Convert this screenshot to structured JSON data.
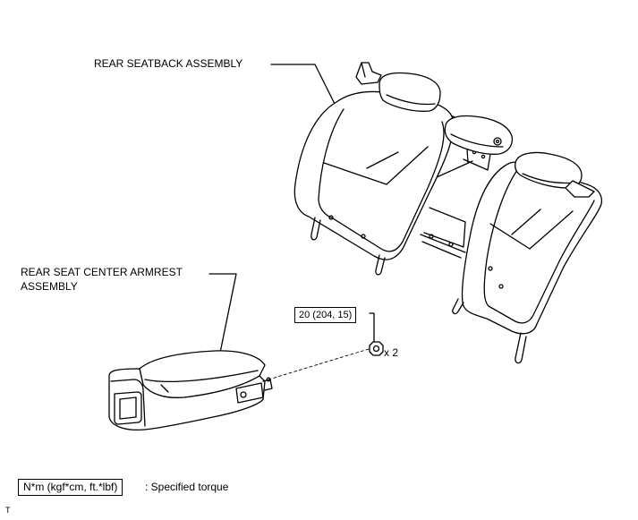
{
  "labels": {
    "seatback": "REAR SEATBACK ASSEMBLY",
    "armrest_line1": "REAR SEAT CENTER ARMREST",
    "armrest_line2": "ASSEMBLY",
    "torque": "20 (204, 15)",
    "quantity": "x 2"
  },
  "legend": {
    "unit": "N*m (kgf*cm, ft.*lbf)",
    "description": ": Specified torque"
  },
  "corner_mark": "T"
}
